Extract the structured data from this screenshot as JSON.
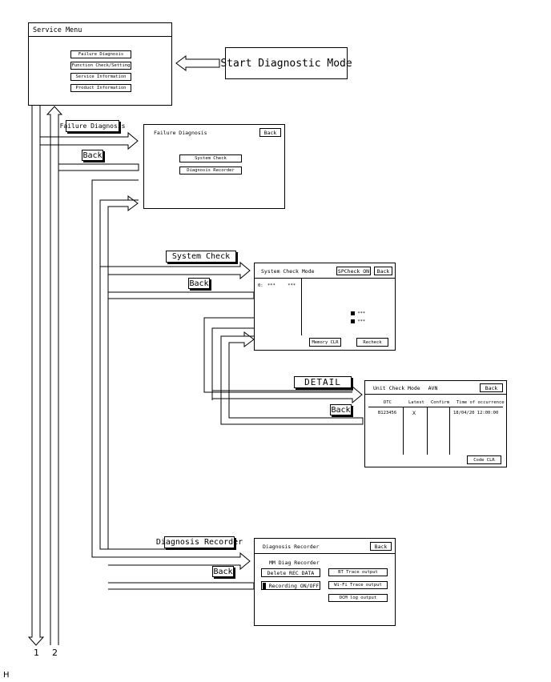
{
  "start_label": "Start Diagnostic Mode",
  "service_menu": {
    "title": "Service Menu",
    "items": [
      "Failure Diagnosis",
      "Function Check/Setting",
      "Service Information",
      "Product Information"
    ]
  },
  "failure_diagnosis": {
    "title": "Failure Diagnosis",
    "back": "Back",
    "items": [
      "System Check",
      "Diagnosis Recorder"
    ]
  },
  "system_check": {
    "title": "System Check Mode",
    "spcheck": "SPCheck ON",
    "back": "Back",
    "row_prefix": "0:",
    "row_val1": "***",
    "row_val2": "***",
    "marker1": "***",
    "marker2": "***",
    "memory_clr": "Memory CLR",
    "recheck": "Recheck"
  },
  "unit_check": {
    "title": "Unit Check Mode",
    "unit": "AVN",
    "back": "Back",
    "headers": [
      "DTC",
      "Latest",
      "Confirm",
      "Time of occurrence"
    ],
    "row": {
      "dtc": "B123456",
      "latest": "X",
      "confirm": "",
      "time": "18/04/20 12:00:00"
    },
    "code_clr": "Code CLR"
  },
  "diag_recorder": {
    "title": "Diagnosis Recorder",
    "back": "Back",
    "subtitle": "MM Diag Recorder",
    "delete": "Delete REC DATA",
    "recording": "Recording ON/OFF",
    "bt": "BT Trace output",
    "wifi": "Wi-Fi Trace output",
    "dcm": "DCM log output"
  },
  "labels": {
    "failure_diagnosis": "Failure Diagnosis",
    "back1": "Back",
    "system_check": "System Check",
    "back2": "Back",
    "detail": "DETAIL",
    "back3": "Back",
    "diagnosis_recorder": "Diagnosis Recorder",
    "back4": "Back"
  },
  "footer": {
    "line1": "1",
    "line2": "2",
    "code": "H"
  }
}
